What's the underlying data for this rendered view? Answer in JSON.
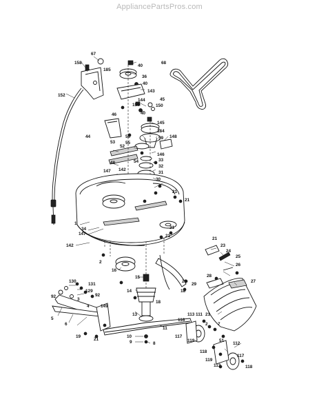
{
  "watermark": "AppliancePartsPros.com",
  "callouts": [
    "67",
    "158",
    "185",
    "152",
    "40",
    "36",
    "40",
    "143",
    "144",
    "45",
    "150",
    "159",
    "40",
    "68",
    "46",
    "44",
    "145",
    "184",
    "56",
    "55",
    "59",
    "148",
    "53",
    "52",
    "146",
    "54",
    "33",
    "48",
    "147",
    "142",
    "32",
    "31",
    "30",
    "21",
    "21",
    "1",
    "34",
    "147",
    "21",
    "21",
    "142",
    "21",
    "23",
    "24",
    "25",
    "2",
    "16",
    "28",
    "26",
    "27",
    "20",
    "29",
    "18",
    "15",
    "14",
    "18",
    "130",
    "131",
    "129",
    "92",
    "3",
    "92",
    "149",
    "4",
    "13",
    "5",
    "6",
    "11",
    "116",
    "113",
    "111",
    "21",
    "117",
    "2",
    "7",
    "10",
    "9",
    "8",
    "19",
    "21",
    "119",
    "51",
    "112",
    "118",
    "119",
    "117",
    "113",
    "118"
  ]
}
